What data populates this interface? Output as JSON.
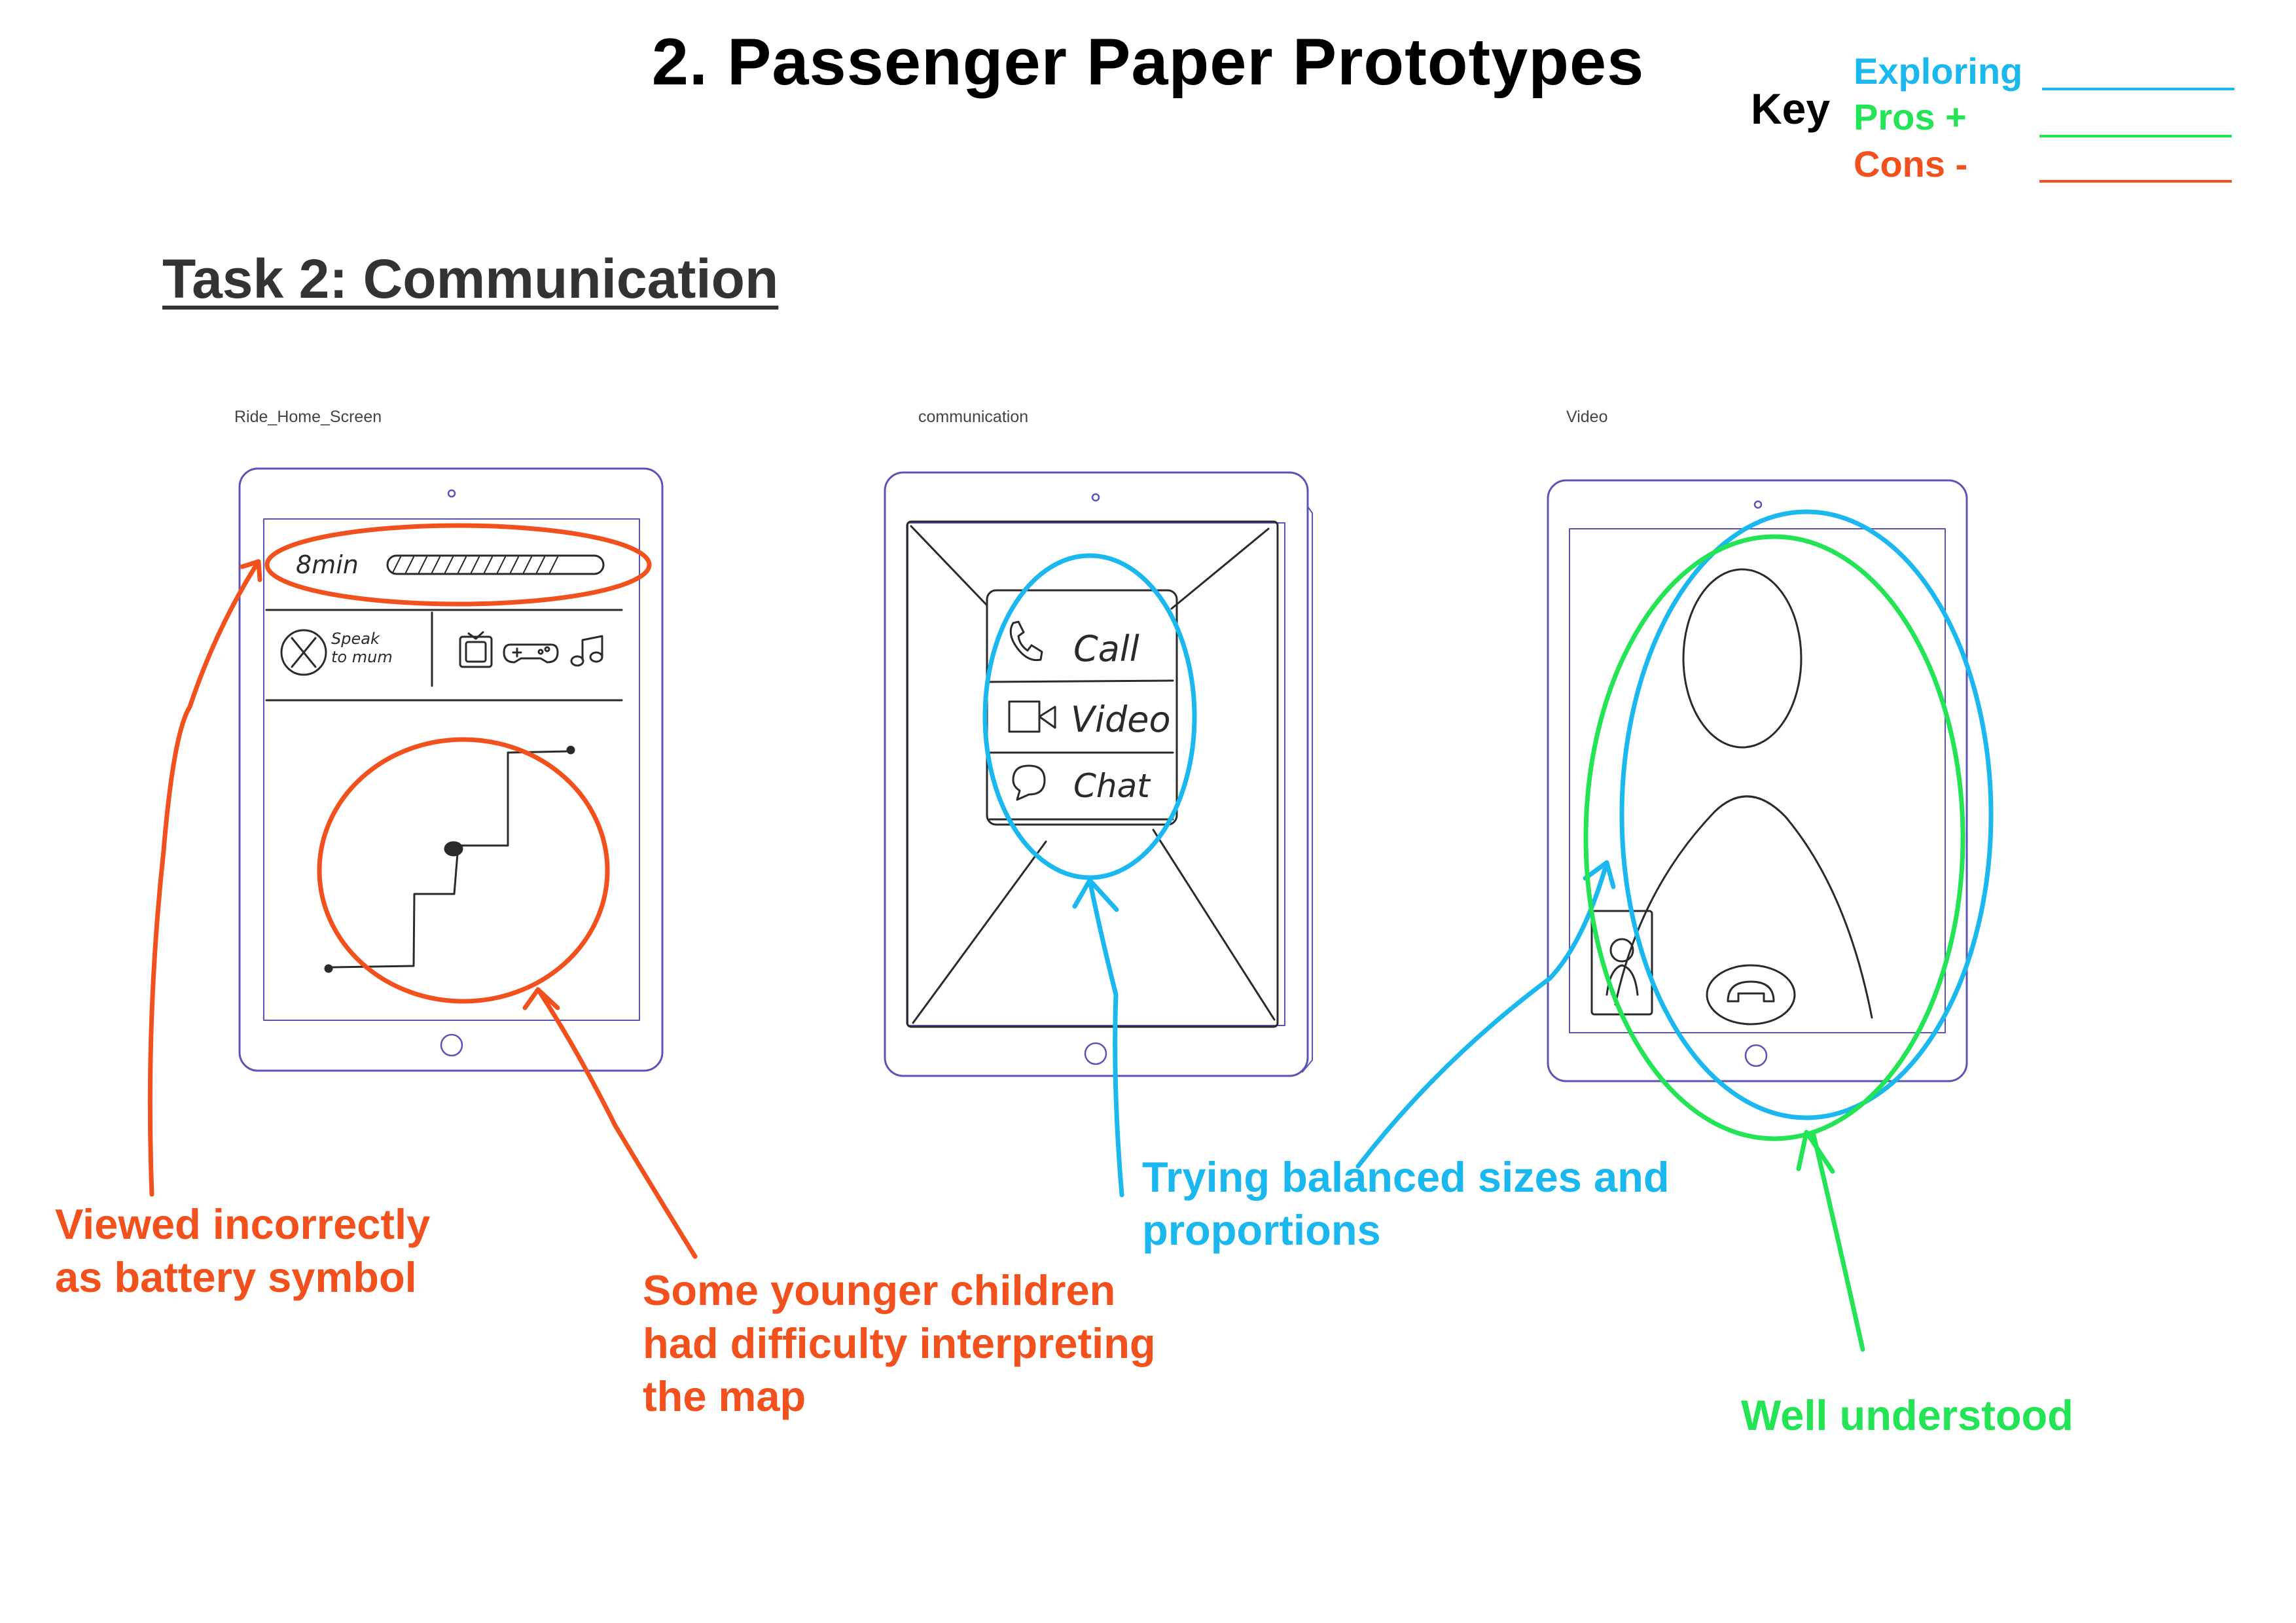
{
  "title": "2. Passenger Paper Prototypes",
  "task_heading": "Task 2: Communication",
  "key": {
    "label": "Key",
    "items": [
      {
        "label": "Exploring",
        "color": "#1AB8EE"
      },
      {
        "label": "Pros +",
        "color": "#22E455"
      },
      {
        "label": "Cons -",
        "color": "#F2501C"
      }
    ]
  },
  "screens": [
    {
      "label": "Ride_Home_Screen",
      "eta_text": "8min",
      "speak_text_1": "Speak",
      "speak_text_2": "to mum"
    },
    {
      "label": "communication",
      "menu": [
        "Call",
        "Video",
        "Chat"
      ]
    },
    {
      "label": "Video"
    }
  ],
  "annotations": {
    "battery": {
      "lines": [
        "Viewed incorrectly",
        "as battery symbol"
      ],
      "color": "#F2501C"
    },
    "map": {
      "lines": [
        "Some younger children",
        "had difficulty interpreting",
        "the map"
      ],
      "color": "#F2501C"
    },
    "proportions": {
      "lines": [
        "Trying balanced sizes and",
        "proportions"
      ],
      "color": "#1AB8EE"
    },
    "understood": {
      "lines": [
        "Well understood"
      ],
      "color": "#22E455"
    }
  },
  "colors": {
    "tablet_outline": "#5A55B5",
    "sketch": "#2a2a2a"
  }
}
